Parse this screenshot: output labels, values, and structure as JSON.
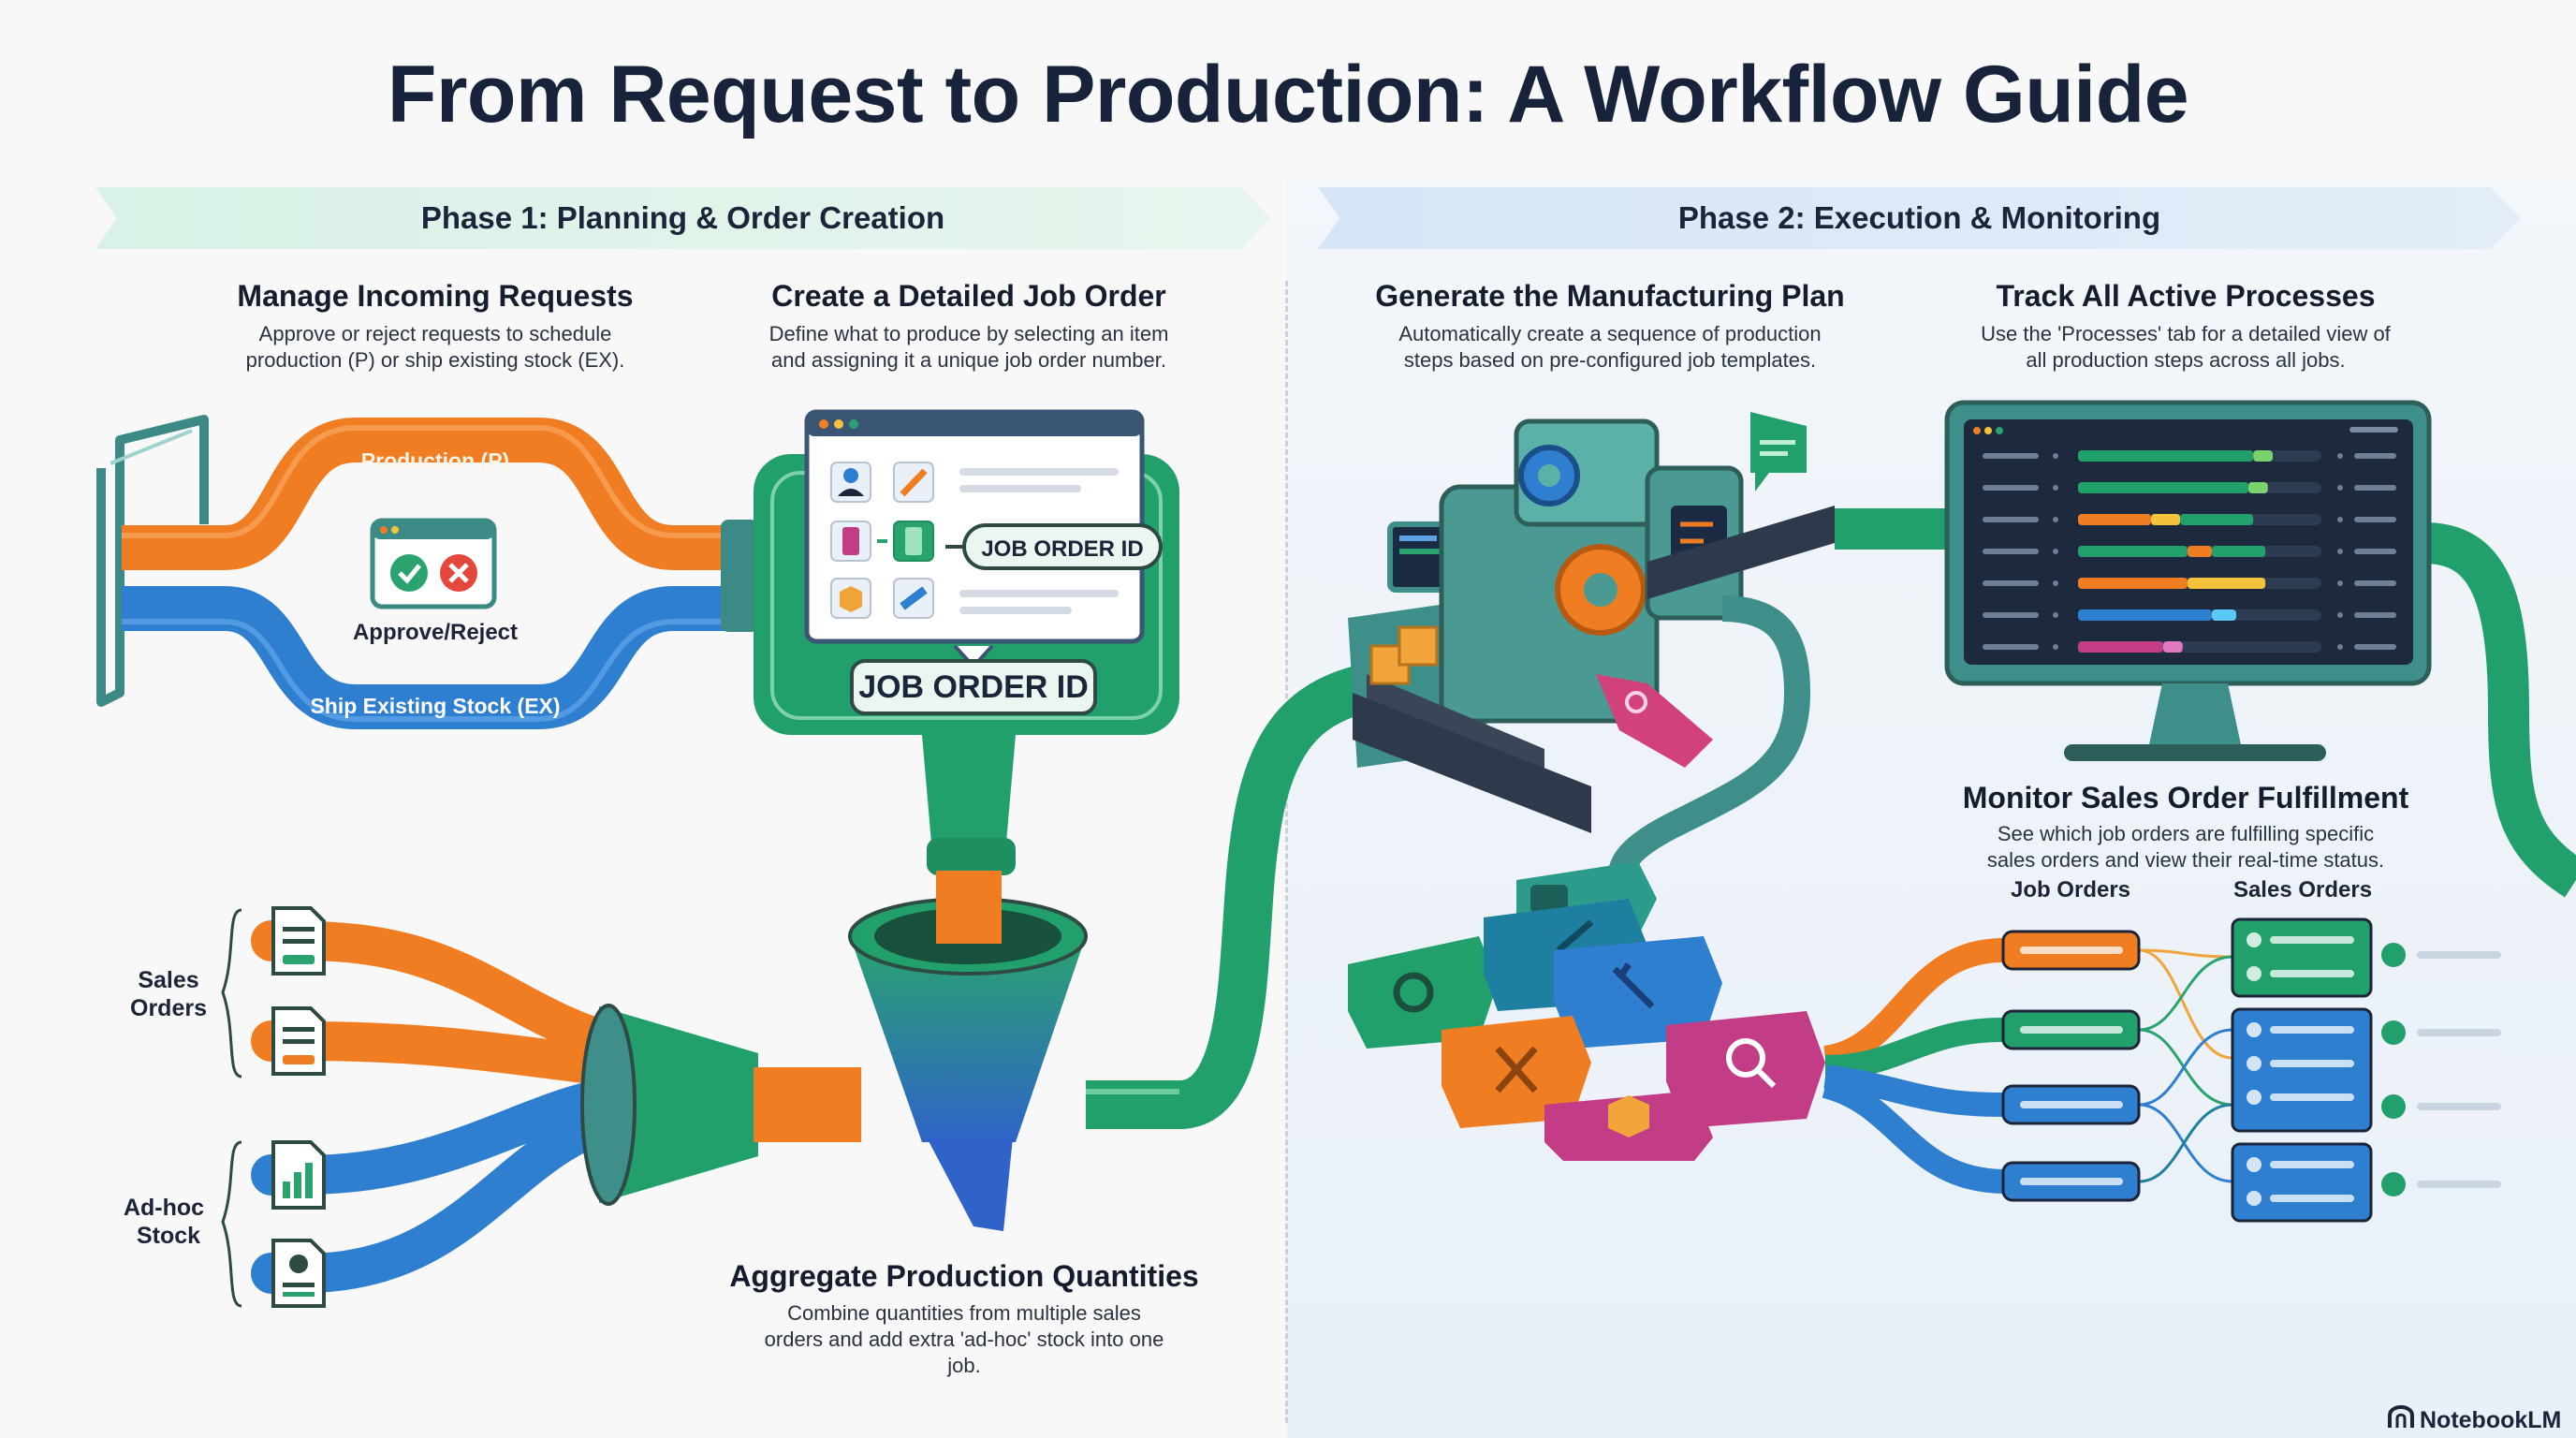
{
  "title": "From Request to Production: A Workflow Guide",
  "phases": [
    {
      "label": "Phase 1: Planning & Order Creation"
    },
    {
      "label": "Phase 2: Execution & Monitoring"
    }
  ],
  "steps": {
    "manage_requests": {
      "title": "Manage Incoming Requests",
      "desc_line1": "Approve or reject requests to schedule",
      "desc_line2": "production (P) or ship existing stock (EX)."
    },
    "job_order": {
      "title": "Create a Detailed Job Order",
      "desc_line1": "Define what to produce by selecting an item",
      "desc_line2": "and assigning it a unique job order number."
    },
    "manufacturing_plan": {
      "title": "Generate the Manufacturing Plan",
      "desc_line1": "Automatically create a sequence of production",
      "desc_line2": "steps based on pre-configured job templates."
    },
    "track_processes": {
      "title": "Track All Active Processes",
      "desc_line1": "Use the 'Processes' tab for a detailed view of",
      "desc_line2": "all production steps across all jobs."
    },
    "monitor_sales": {
      "title": "Monitor Sales Order Fulfillment",
      "desc_line1": "See which job orders are fulfilling specific",
      "desc_line2": "sales orders and view their real-time status."
    },
    "aggregate": {
      "title": "Aggregate Production Quantities",
      "desc_line1": "Combine quantities from multiple sales",
      "desc_line2": "orders and add extra 'ad-hoc' stock into one",
      "desc_line3": "job."
    }
  },
  "labels": {
    "production_p": "Production (P)",
    "ship_existing": "Ship Existing Stock (EX)",
    "approve_reject": "Approve/Reject",
    "job_order_id_tag": "JOB ORDER ID",
    "job_order_id_main": "JOB ORDER ID",
    "sales_orders_line1": "Sales",
    "sales_orders_line2": "Orders",
    "adhoc_line1": "Ad-hoc",
    "adhoc_line2": "Stock",
    "job_orders_header": "Job Orders",
    "sales_orders_header": "Sales Orders"
  },
  "colors": {
    "orange": "#f07d22",
    "blue": "#2f7fd0",
    "green": "#22a06b",
    "teal": "#3e8f8a",
    "magenta": "#c33c86",
    "navy": "#1b2438"
  },
  "brand": "NotebookLM"
}
